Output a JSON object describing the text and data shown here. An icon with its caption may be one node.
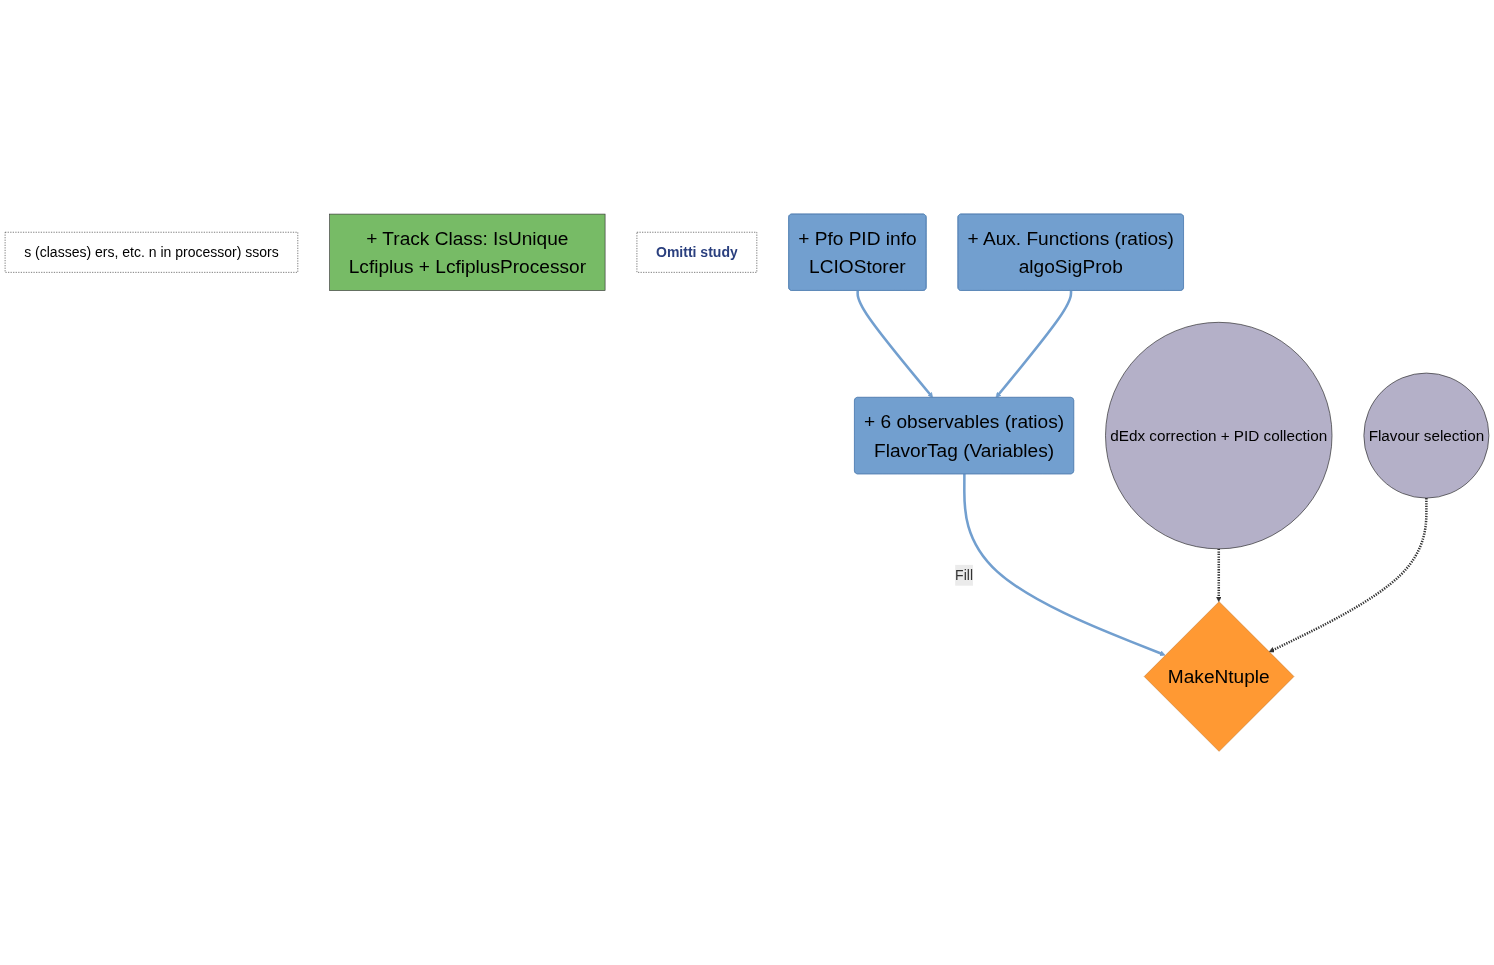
{
  "diagram": {
    "nodes": [
      {
        "text": [
          "s (classes) ers, etc. n in processor) ssors"
        ]
      },
      {
        "text": [
          "+ Track Class: IsUnique",
          "Lcfiplus + LcfiplusProcessor"
        ]
      },
      {
        "text": [
          "Omitti study"
        ]
      },
      {
        "text": [
          "+ Pfo PID info",
          "LCIOStorer"
        ]
      },
      {
        "text": [
          "+ 6 observables (ratios)",
          "FlavorTag (Variables)"
        ]
      },
      {
        "text": [
          "+ Aux. Functions (ratios)",
          "algoSigProb"
        ]
      },
      {
        "text": [
          "dEdx correction + PID collection"
        ]
      },
      {
        "text": [
          "MakeNtuple"
        ]
      },
      {
        "text": [
          "Flavour selection"
        ]
      }
    ],
    "edges": [
      {
        "from": 3,
        "to": 4,
        "arrow": "to"
      },
      {
        "from": 5,
        "to": 4,
        "arrow": "to"
      },
      {
        "from": 4,
        "to": 7,
        "arrow": "to",
        "label": "Fill"
      },
      {
        "from": 6,
        "to": 7,
        "arrow": "to",
        "style": "dashed",
        "color": "#333333"
      },
      {
        "from": 8,
        "to": 7,
        "arrow": "to",
        "style": "dashed",
        "color": "#333333"
      }
    ]
  }
}
